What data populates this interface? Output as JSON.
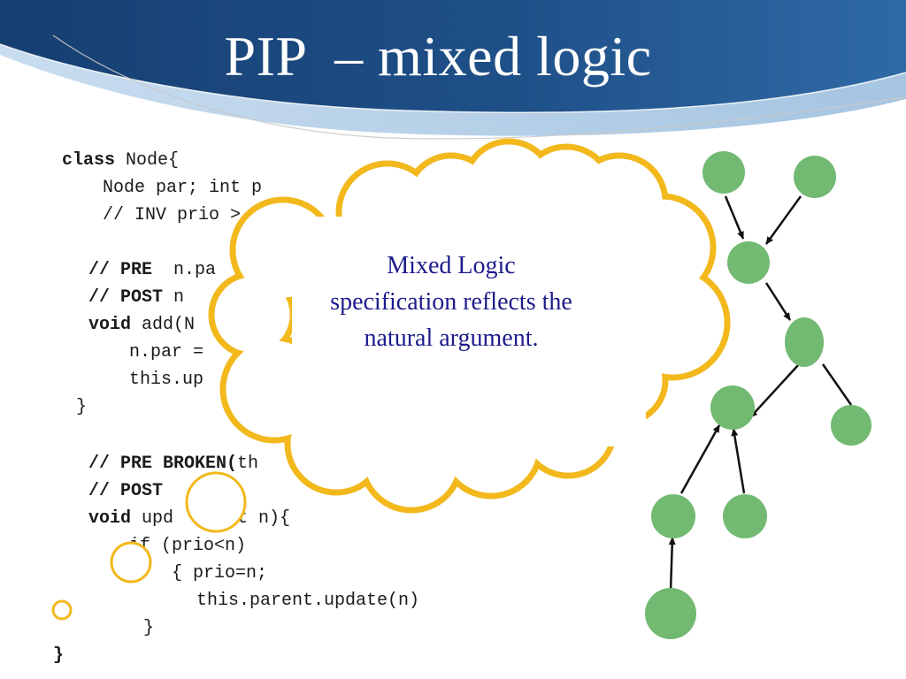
{
  "slide": {
    "title": "PIP  – mixed logic"
  },
  "colors": {
    "header_dark": "#1e4f87",
    "header_light": "#5a93c9",
    "cloud_stroke": "#f2b81c",
    "node_fill": "#72b972",
    "cloud_text": "#1c1c8c",
    "arrow": "#111111"
  },
  "code": {
    "lines": [
      {
        "kw": "class",
        "text": " Node{"
      },
      {
        "kw": "",
        "text": "Node par; int p"
      },
      {
        "kw": "",
        "text": "// INV prio >"
      },
      {
        "kw": "// PRE",
        "text": "  n.pa"
      },
      {
        "kw": "// POST",
        "text": " n"
      },
      {
        "kw": "void",
        "text": " add(N"
      },
      {
        "kw": "",
        "text": "n.par ="
      },
      {
        "kw": "",
        "text": "this.up"
      },
      {
        "kw": "",
        "text": "}"
      },
      {
        "kw": "// PRE BROKEN(",
        "text": "th"
      },
      {
        "kw": "// POST",
        "text": ""
      },
      {
        "kw": "void",
        "text": " upd   (int n){"
      },
      {
        "kw": "",
        "text": "if (prio<n)"
      },
      {
        "kw": "",
        "text": "{ prio=n;"
      },
      {
        "kw": "",
        "text": "this.parent.update(n)"
      },
      {
        "kw": "",
        "text": "}"
      },
      {
        "kw": "}",
        "text": ""
      }
    ]
  },
  "cloud": {
    "lines": [
      "Mixed Logic",
      "specification reflects the",
      "natural argument."
    ]
  },
  "tree": {
    "nodes": [
      "root-left",
      "root-right",
      "node-mid-upper",
      "node-right-branch",
      "node-leaf-right",
      "node-mid-lower",
      "node-lower-left",
      "node-lower-right",
      "node-bottom"
    ]
  }
}
